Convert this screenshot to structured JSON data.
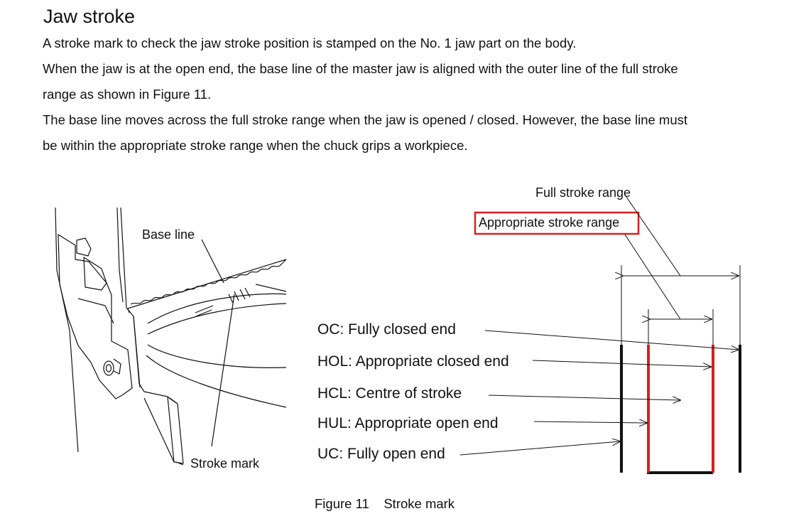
{
  "title": "Jaw stroke",
  "paragraphs": [
    "A stroke mark to check the jaw stroke position is stamped on the No. 1 jaw part on the body.",
    "When the jaw is at the open end, the base line of the master jaw is aligned with the outer line of the full stroke",
    "range as shown in Figure 11.",
    "The base line moves across the full stroke range when the jaw is opened / closed. However, the base line must",
    "be within the appropriate stroke range when the chuck grips a workpiece."
  ],
  "figure": {
    "base_line_label": "Base line",
    "stroke_mark_label": "Stroke mark",
    "full_stroke_label": "Full stroke range",
    "appropriate_stroke_label": "Appropriate stroke range",
    "positions": [
      "OC: Fully closed end",
      "HOL: Appropriate closed end",
      "HCL: Centre of stroke",
      "HUL: Appropriate open end",
      "UC: Fully open end"
    ],
    "caption": "Figure 11    Stroke mark",
    "colors": {
      "highlight": "#d42020",
      "line": "#111111"
    }
  }
}
